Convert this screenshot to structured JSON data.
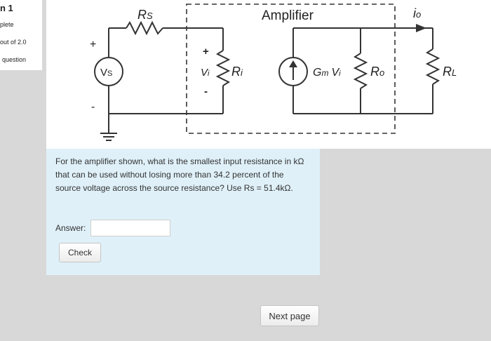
{
  "sidebar": {
    "question_number": "n 1",
    "status": "plete",
    "marks": "out of 2.0",
    "flag": "question"
  },
  "circuit": {
    "source_label": "V",
    "source_sub": "S",
    "rs_label": "R",
    "rs_sub": "S",
    "amplifier_label": "Amplifier",
    "vi_label": "V",
    "vi_sub": "i",
    "ri_label": "R",
    "ri_sub": "i",
    "gm_label": "G",
    "gm_sub": "m",
    "gm_vi": "V",
    "gm_vi_sub": "i",
    "ro_label": "R",
    "ro_sub": "o",
    "rl_label": "R",
    "rl_sub": "L",
    "io_label": "i",
    "io_sub": "o",
    "plus": "+",
    "minus": "-"
  },
  "question": {
    "text": "For the amplifier shown, what is the smallest input resistance in kΩ that can be used without losing more than 34.2 percent of the source voltage across the source resistance? Use Rs = 51.4kΩ."
  },
  "answer": {
    "label": "Answer:",
    "value": "",
    "placeholder": ""
  },
  "buttons": {
    "check": "Check",
    "next": "Next page"
  }
}
